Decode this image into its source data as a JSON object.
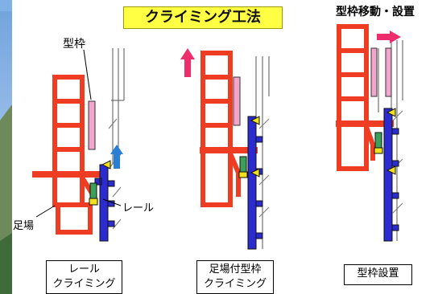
{
  "title": "クライミング工法",
  "labels": {
    "katawaku": "型枠",
    "ashiba": "足場",
    "rail": "レール",
    "move_install": "型枠移動・設置"
  },
  "captions": {
    "rail_climbing": [
      "レール",
      "クライミング"
    ],
    "scaffold_climbing": [
      "足場付型枠",
      "クライミング"
    ],
    "install": "型枠設置"
  },
  "colors": {
    "frame_red": "#ee3d22",
    "rail_blue": "#2b2bd0",
    "arrow_magenta": "#ee2d6d",
    "arrow_blue": "#2a7fd4",
    "form_pink": "#f2a6cc",
    "title_yellow": "#ffff44",
    "jack_green": "#3aa05a",
    "bracket_yellow": "#f0e020"
  }
}
